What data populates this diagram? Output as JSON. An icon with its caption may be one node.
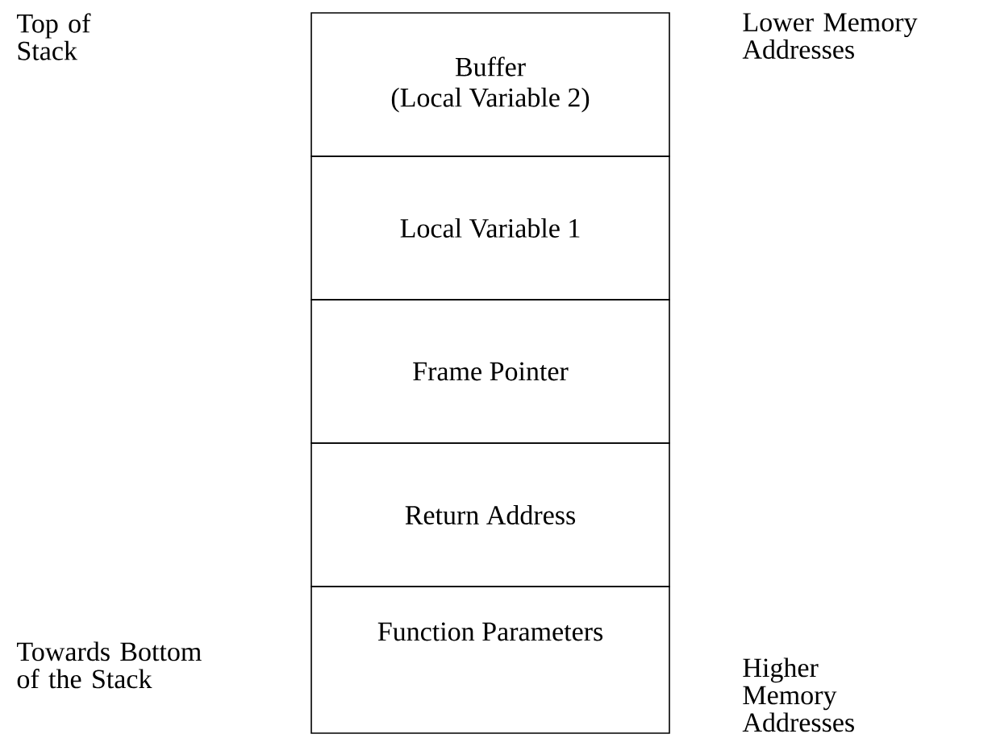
{
  "diagram": {
    "nodes": [
      {
        "text": [
          "Buffer",
          "(Local Variable 2)"
        ]
      },
      {
        "text": [
          "Local Variable 1"
        ]
      },
      {
        "text": [
          "Frame Pointer"
        ]
      },
      {
        "text": [
          "Return Address"
        ]
      },
      {
        "text": [
          "Function Parameters"
        ]
      }
    ],
    "labels": [
      "Top of Stack",
      "Lower Memory Addresses",
      "Towards Bottom of the Stack",
      "Higher Memory Addresses"
    ]
  }
}
